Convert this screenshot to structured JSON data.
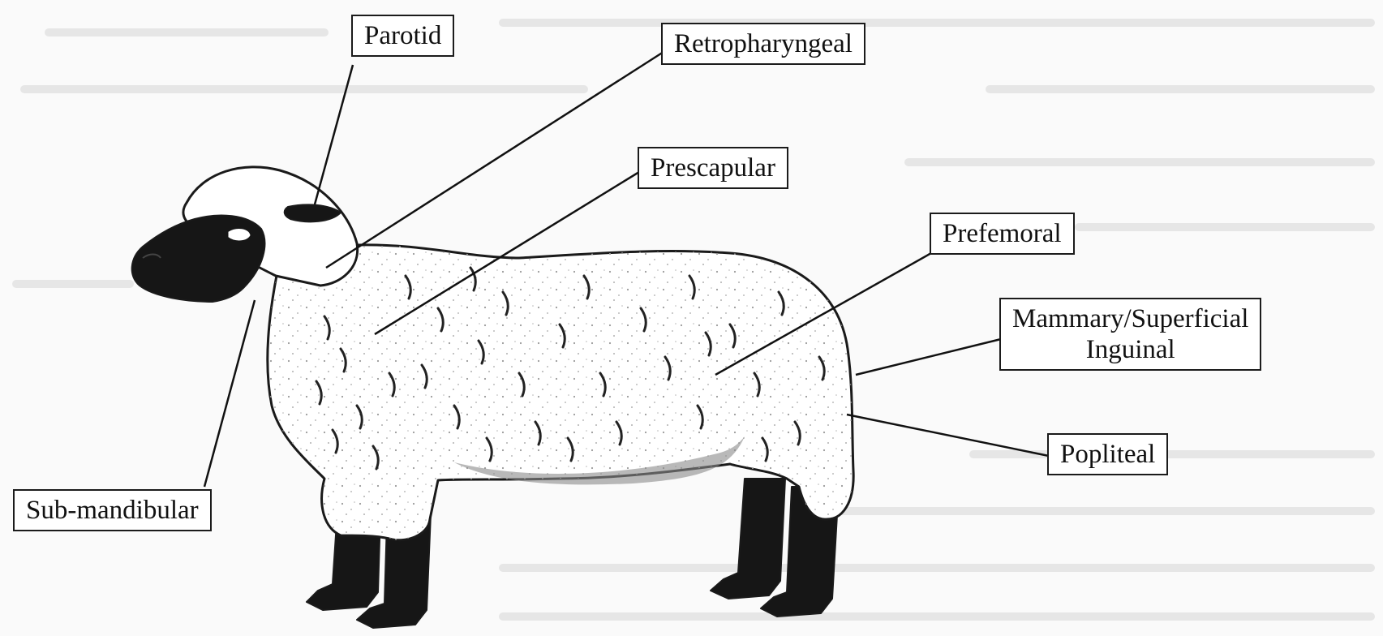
{
  "figure": {
    "labels": [
      {
        "id": "parotid",
        "lines": [
          "Parotid"
        ]
      },
      {
        "id": "retropharyngeal",
        "lines": [
          "Retropharyngeal"
        ]
      },
      {
        "id": "prescapular",
        "lines": [
          "Prescapular"
        ]
      },
      {
        "id": "prefemoral",
        "lines": [
          "Prefemoral"
        ]
      },
      {
        "id": "mammary-superficial-inguinal",
        "lines": [
          "Mammary/Superficial",
          "Inguinal"
        ]
      },
      {
        "id": "popliteal",
        "lines": [
          "Popliteal"
        ]
      },
      {
        "id": "sub-mandibular",
        "lines": [
          "Sub-mandibular"
        ]
      }
    ]
  }
}
